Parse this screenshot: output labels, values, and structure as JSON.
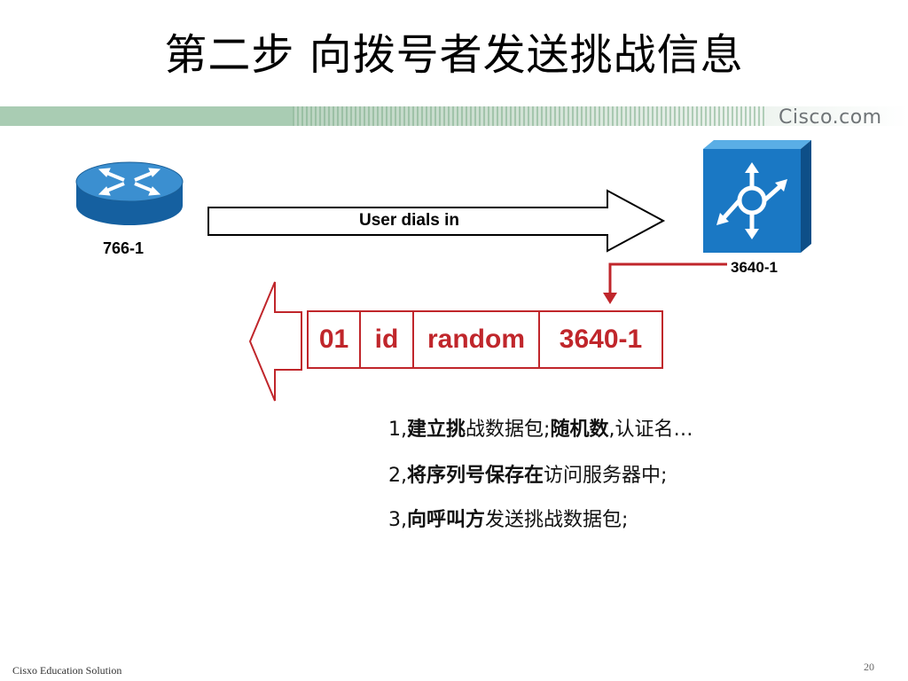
{
  "slide": {
    "title": "第二步 向拨号者发送挑战信息",
    "brand": "Cisco.com",
    "footer": "Cisxo Education Solution",
    "page_number": "20"
  },
  "diagram": {
    "router_label": "766-1",
    "server_label": "3640-1",
    "dial_arrow_label": "User dials in",
    "packet_fields": [
      "01",
      "id",
      "random",
      "3640-1"
    ],
    "colors": {
      "device_blue": "#1a6fb0",
      "packet_red": "#c0262b",
      "arrow_outline": "#000000"
    }
  },
  "steps": [
    {
      "prefix": "1,",
      "bold": "建立挑",
      "normal_a": "战数据包;",
      "bold2": "随机数",
      "normal_b": ",认证名…"
    },
    {
      "prefix": "2,",
      "bold": "将序列号保存在",
      "normal_a": "访问服务器中;",
      "bold2": "",
      "normal_b": ""
    },
    {
      "prefix": "3,",
      "bold": "向呼叫方",
      "normal_a": "发送挑战数据包;",
      "bold2": "",
      "normal_b": ""
    }
  ]
}
